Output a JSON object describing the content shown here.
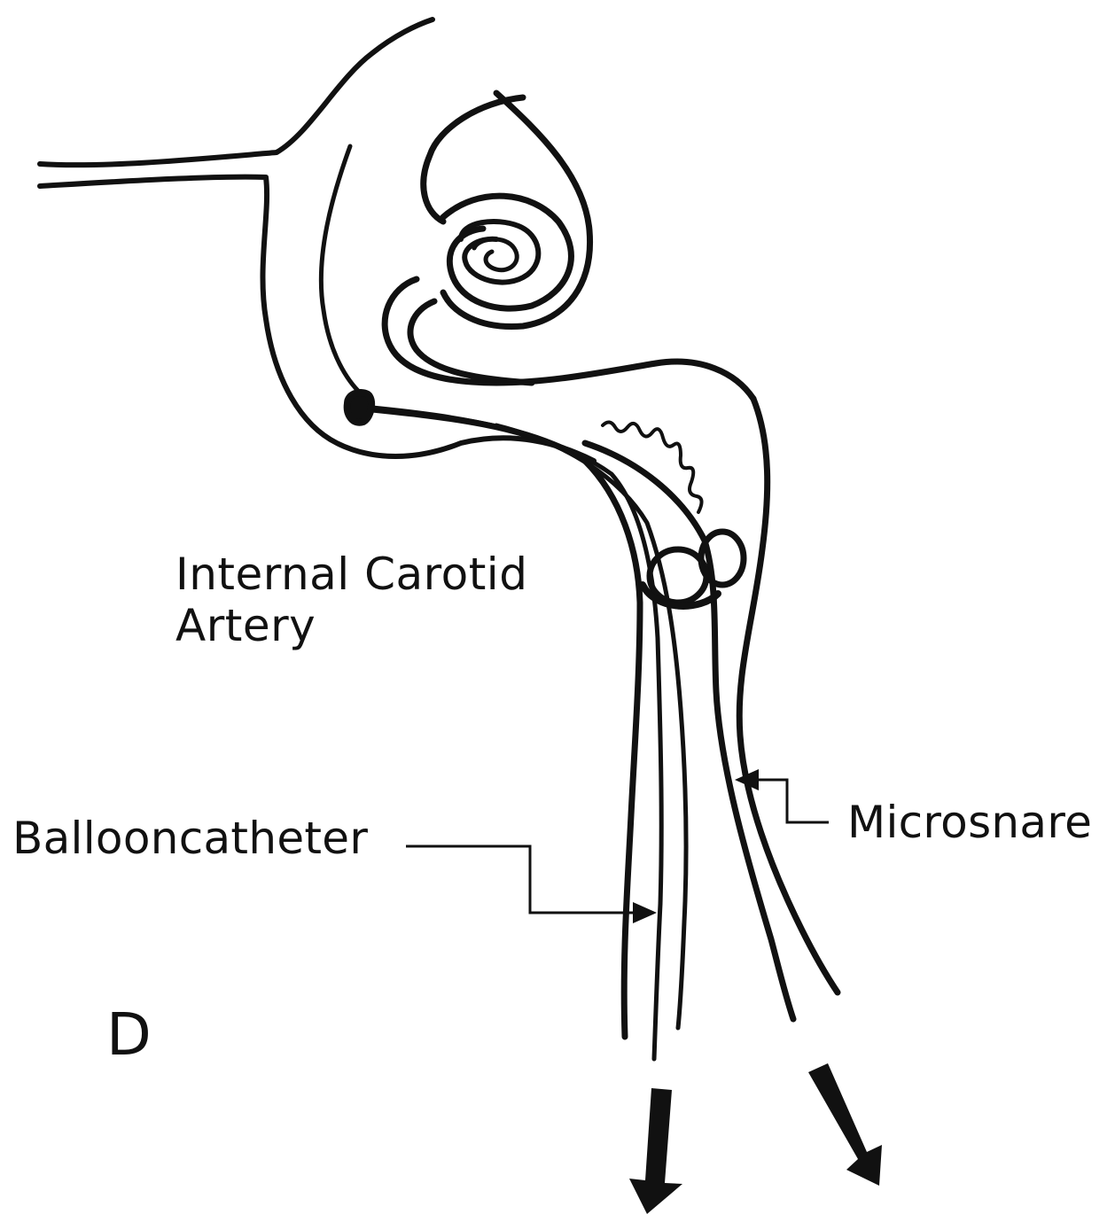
{
  "labels": {
    "internal_carotid_line1": "Internal Carotid",
    "internal_carotid_line2": "Artery",
    "ballooncatheter": "Ballooncatheter",
    "microsnare": "Microsnare",
    "panel": "D"
  },
  "colors": {
    "ink": "#111111",
    "background": "#ffffff"
  }
}
